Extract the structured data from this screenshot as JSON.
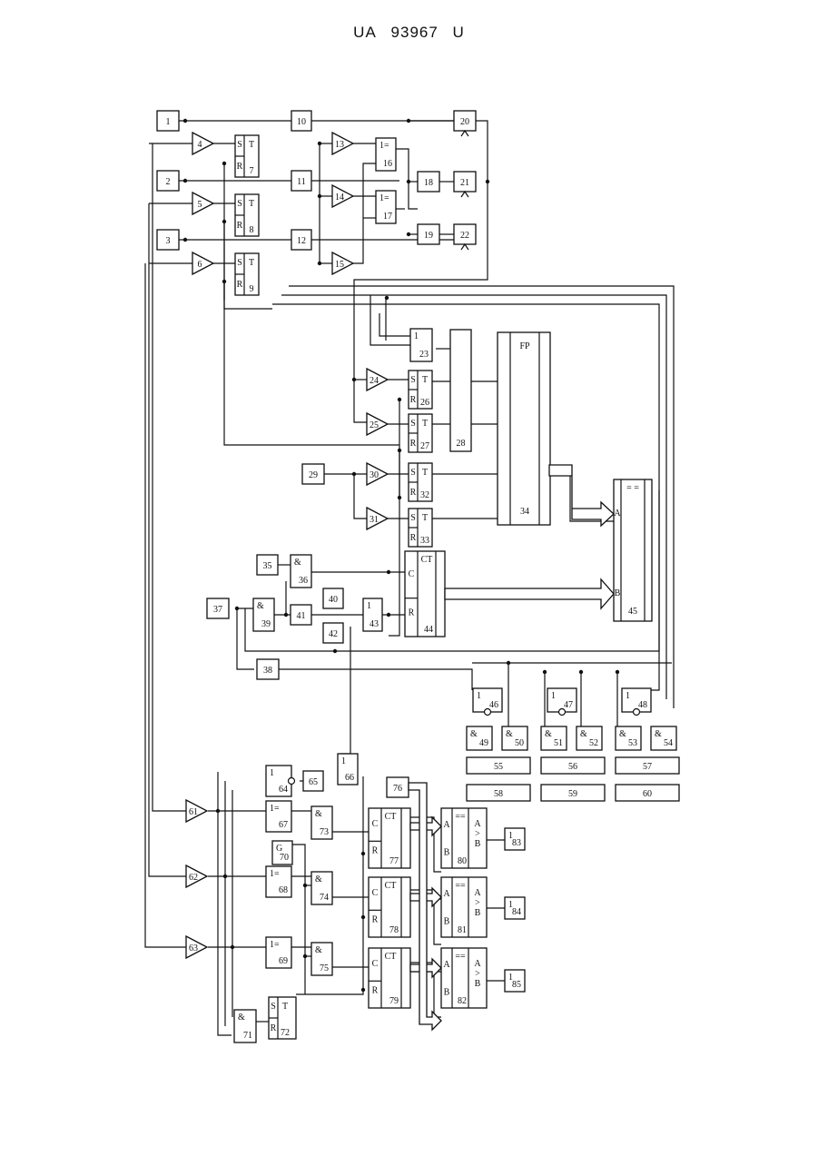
{
  "header": {
    "country": "UA",
    "number": "93967",
    "kind": "U"
  },
  "blocks": [
    {
      "id": "b1",
      "label": "1"
    },
    {
      "id": "b2",
      "label": "2"
    },
    {
      "id": "b3",
      "label": "3"
    },
    {
      "id": "b10",
      "label": "10"
    },
    {
      "id": "b11",
      "label": "11"
    },
    {
      "id": "b12",
      "label": "12"
    },
    {
      "id": "b18",
      "label": "18"
    },
    {
      "id": "b19",
      "label": "19"
    },
    {
      "id": "b20",
      "label": "20"
    },
    {
      "id": "b21",
      "label": "21"
    },
    {
      "id": "b22",
      "label": "22"
    },
    {
      "id": "b28",
      "label": "28"
    },
    {
      "id": "b29",
      "label": "29"
    },
    {
      "id": "b35",
      "label": "35"
    },
    {
      "id": "b37",
      "label": "37"
    },
    {
      "id": "b38",
      "label": "38"
    },
    {
      "id": "b40",
      "label": "40"
    },
    {
      "id": "b41",
      "label": "41"
    },
    {
      "id": "b42",
      "label": "42"
    },
    {
      "id": "b65",
      "label": "65"
    },
    {
      "id": "b76",
      "label": "76"
    },
    {
      "id": "b55",
      "label": "55"
    },
    {
      "id": "b56",
      "label": "56"
    },
    {
      "id": "b57",
      "label": "57"
    },
    {
      "id": "b58",
      "label": "58"
    },
    {
      "id": "b59",
      "label": "59"
    },
    {
      "id": "b60",
      "label": "60"
    }
  ],
  "gates": [
    {
      "id": "g16",
      "sym": "1=",
      "label": "16"
    },
    {
      "id": "g17",
      "sym": "1=",
      "label": "17"
    },
    {
      "id": "g23",
      "sym": "1",
      "label": "23"
    },
    {
      "id": "g36",
      "sym": "&",
      "label": "36"
    },
    {
      "id": "g39",
      "sym": "&",
      "label": "39"
    },
    {
      "id": "g43",
      "sym": "1",
      "label": "43"
    },
    {
      "id": "g46",
      "sym": "1",
      "label": "46"
    },
    {
      "id": "g47",
      "sym": "1",
      "label": "47"
    },
    {
      "id": "g48",
      "sym": "1",
      "label": "48"
    },
    {
      "id": "g49",
      "sym": "&",
      "label": "49"
    },
    {
      "id": "g50",
      "sym": "&",
      "label": "50"
    },
    {
      "id": "g51",
      "sym": "&",
      "label": "51"
    },
    {
      "id": "g52",
      "sym": "&",
      "label": "52"
    },
    {
      "id": "g53",
      "sym": "&",
      "label": "53"
    },
    {
      "id": "g54",
      "sym": "&",
      "label": "54"
    },
    {
      "id": "g64",
      "sym": "1",
      "label": "64"
    },
    {
      "id": "g66",
      "sym": "1",
      "label": "66"
    },
    {
      "id": "g67",
      "sym": "1=",
      "label": "67"
    },
    {
      "id": "g68",
      "sym": "1=",
      "label": "68"
    },
    {
      "id": "g69",
      "sym": "1=",
      "label": "69"
    },
    {
      "id": "g70",
      "sym": "G",
      "label": "70"
    },
    {
      "id": "g71",
      "sym": "&",
      "label": "71"
    },
    {
      "id": "g73",
      "sym": "&",
      "label": "73"
    },
    {
      "id": "g74",
      "sym": "&",
      "label": "74"
    },
    {
      "id": "g75",
      "sym": "&",
      "label": "75"
    },
    {
      "id": "g83",
      "sym": "1",
      "label": "83"
    },
    {
      "id": "g84",
      "sym": "1",
      "label": "84"
    },
    {
      "id": "g85",
      "sym": "1",
      "label": "85"
    }
  ],
  "flipflops": [
    {
      "id": "t7",
      "label": "7"
    },
    {
      "id": "t8",
      "label": "8"
    },
    {
      "id": "t9",
      "label": "9"
    },
    {
      "id": "t26",
      "label": "26"
    },
    {
      "id": "t27",
      "label": "27"
    },
    {
      "id": "t32",
      "label": "32"
    },
    {
      "id": "t33",
      "label": "33"
    },
    {
      "id": "t72",
      "label": "72"
    }
  ],
  "ff_pins": {
    "s": "S",
    "r": "R",
    "t": "T"
  },
  "amplifiers": [
    {
      "id": "a4",
      "label": "4"
    },
    {
      "id": "a5",
      "label": "5"
    },
    {
      "id": "a6",
      "label": "6"
    },
    {
      "id": "a13",
      "label": "13"
    },
    {
      "id": "a14",
      "label": "14"
    },
    {
      "id": "a15",
      "label": "15"
    },
    {
      "id": "a24",
      "label": "24"
    },
    {
      "id": "a25",
      "label": "25"
    },
    {
      "id": "a30",
      "label": "30"
    },
    {
      "id": "a31",
      "label": "31"
    },
    {
      "id": "a61",
      "label": "61"
    },
    {
      "id": "a62",
      "label": "62"
    },
    {
      "id": "a63",
      "label": "63"
    }
  ],
  "counters": [
    {
      "id": "c44",
      "title": "CT",
      "c": "C",
      "r": "R",
      "label": "44"
    },
    {
      "id": "c77",
      "title": "CT",
      "c": "C",
      "r": "R",
      "label": "77"
    },
    {
      "id": "c78",
      "title": "CT",
      "c": "C",
      "r": "R",
      "label": "78"
    },
    {
      "id": "c79",
      "title": "CT",
      "c": "C",
      "r": "R",
      "label": "79"
    }
  ],
  "comparators": [
    {
      "id": "k80",
      "title": "==",
      "a": "A",
      "b": "B",
      "gt": "A\n>\nB",
      "label": "80"
    },
    {
      "id": "k81",
      "title": "==",
      "a": "A",
      "b": "B",
      "gt": "A\n>\nB",
      "label": "81"
    },
    {
      "id": "k82",
      "title": "==",
      "a": "A",
      "b": "B",
      "gt": "A\n>\nB",
      "label": "82"
    }
  ],
  "register": {
    "title": "FP",
    "label": "34"
  },
  "comparator45": {
    "title": "= =",
    "a": "A",
    "b": "B",
    "label": "45"
  }
}
